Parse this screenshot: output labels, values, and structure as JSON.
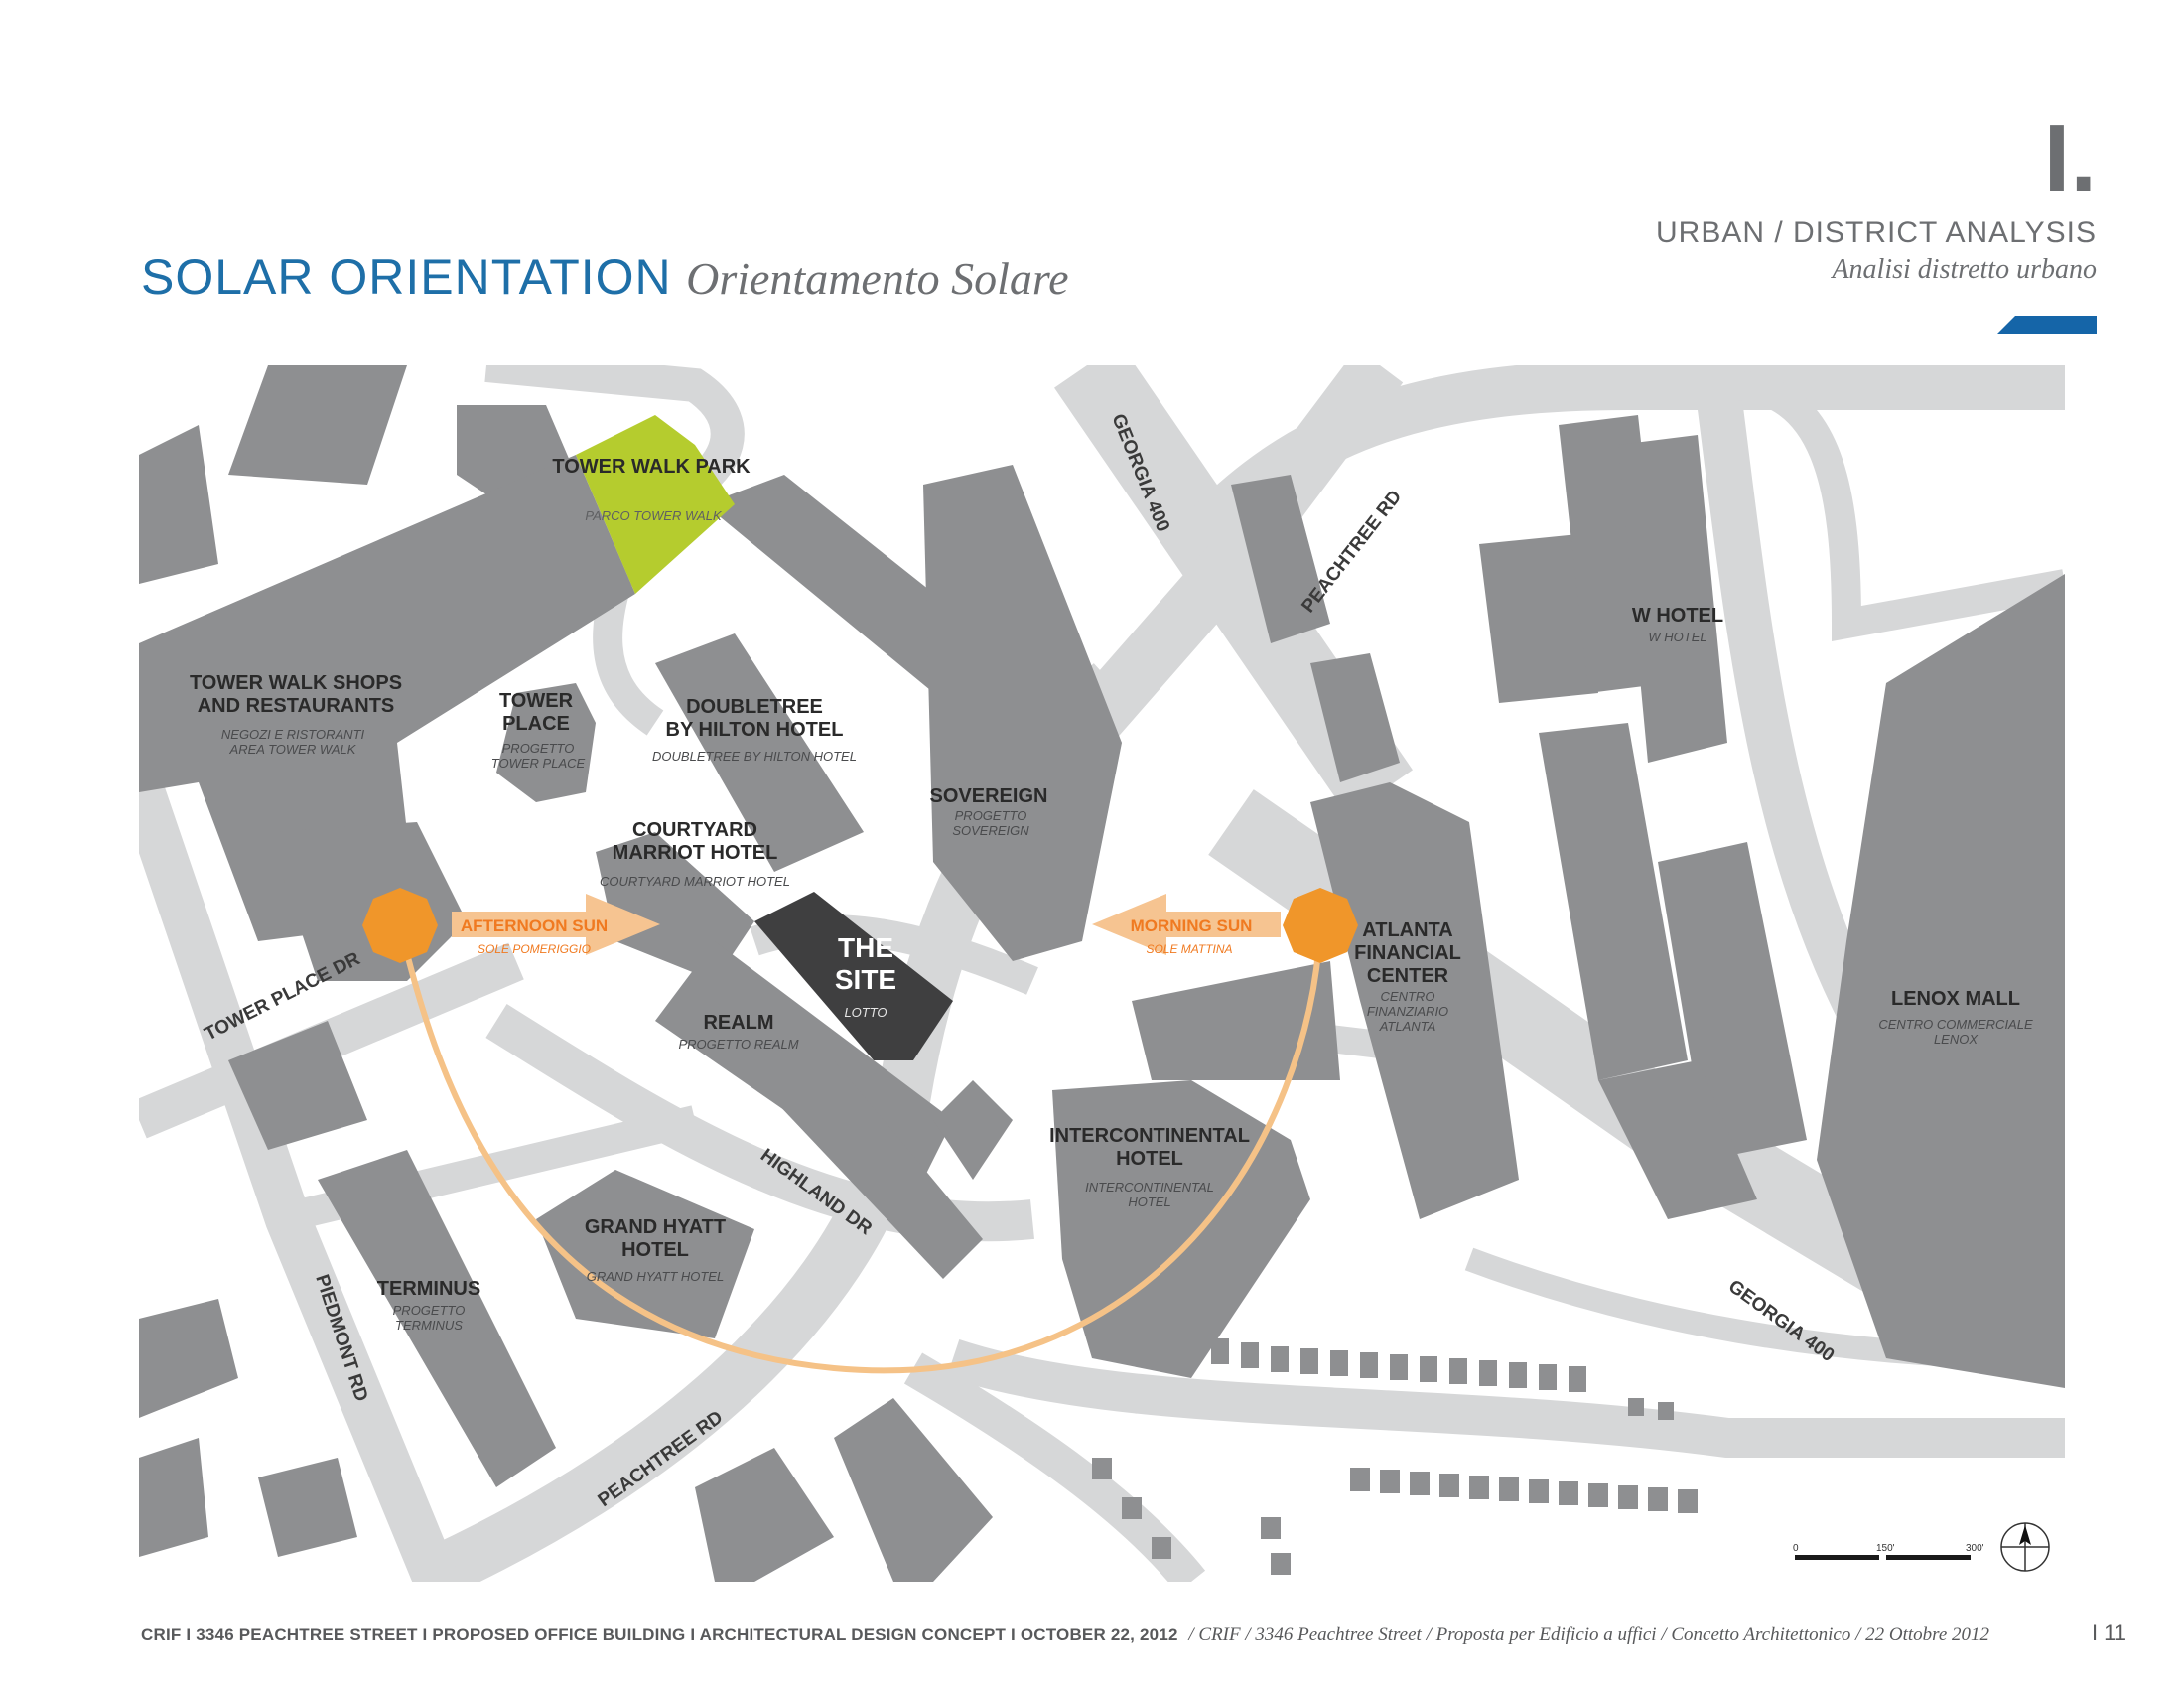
{
  "header": {
    "section_number": "I.",
    "section_title_en": "URBAN / DISTRICT ANALYSIS",
    "section_title_it": "Analisi distretto urbano",
    "page_title_en": "SOLAR ORIENTATION",
    "page_title_it": "Orientamento Solare",
    "accent_color": "#1565a8"
  },
  "map": {
    "colors": {
      "building": "#8e8f91",
      "site": "#3f3f40",
      "park": "#b5cc2e",
      "road": "#d6d7d8",
      "sun": "#f0962a",
      "arc": "#f5c287",
      "arrow": "#f6c491"
    },
    "places": [
      {
        "name": "TOWER WALK\nPARK",
        "note": "PARCO TOWER WALK"
      },
      {
        "name": "TOWER WALK SHOPS\nAND RESTAURANTS",
        "note": "NEGOZI E RISTORANTI\nAREA TOWER WALK"
      },
      {
        "name": "TOWER\nPLACE",
        "note": "PROGETTO\nTOWER PLACE"
      },
      {
        "name": "DOUBLETREE\nBY HILTON HOTEL",
        "note": "DOUBLETREE BY HILTON HOTEL"
      },
      {
        "name": "COURTYARD\nMARRIOT HOTEL",
        "note": "COURTYARD MARRIOT HOTEL"
      },
      {
        "name": "SOVEREIGN",
        "note": "PROGETTO\nSOVEREIGN"
      },
      {
        "name": "W HOTEL",
        "note": "W HOTEL"
      },
      {
        "name": "ATLANTA\nFINANCIAL\nCENTER",
        "note": "CENTRO\nFINANZIARIO\nATLANTA"
      },
      {
        "name": "LENOX MALL",
        "note": "CENTRO COMMERCIALE\nLENOX"
      },
      {
        "name": "REALM",
        "note": "PROGETTO REALM"
      },
      {
        "name": "INTERCONTINENTAL\nHOTEL",
        "note": "INTERCONTINENTAL\nHOTEL"
      },
      {
        "name": "GRAND  HYATT\nHOTEL",
        "note": "GRAND HYATT HOTEL"
      },
      {
        "name": "TERMINUS",
        "note": "PROGETTO\nTERMINUS"
      }
    ],
    "site": {
      "name": "THE\nSITE",
      "note": "LOTTO"
    },
    "roads": [
      "GEORGIA 400",
      "PEACHTREE RD",
      "TOWER PLACE DR",
      "HIGHLAND DR",
      "PIEDMONT RD",
      "PEACHTREE RD",
      "GEORGIA 400"
    ],
    "sun": {
      "afternoon_label": "AFTERNOON SUN",
      "afternoon_note": "SOLE POMERIGGIO",
      "morning_label": "MORNING SUN",
      "morning_note": "SOLE MATTINA"
    },
    "scale_bar": {
      "ticks": [
        "0",
        "150'",
        "300'"
      ]
    },
    "north_arrow_icon": "north-arrow-icon"
  },
  "footer": {
    "text_en": "CRIF I 3346 PEACHTREE STREET I PROPOSED OFFICE BUILDING I ARCHITECTURAL DESIGN CONCEPT I OCTOBER 22, 2012",
    "text_it": "/ CRIF / 3346 Peachtree Street / Proposta per Edificio a uffici / Concetto Architettonico / 22 Ottobre 2012",
    "page_number": "I 11"
  }
}
